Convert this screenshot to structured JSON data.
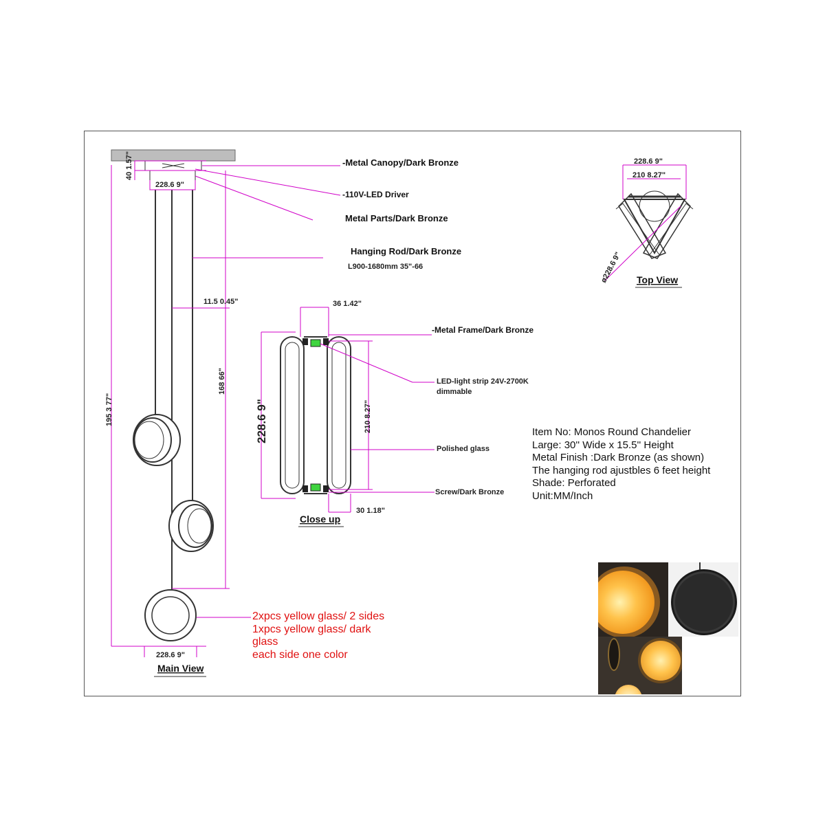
{
  "labels": {
    "canopy": "-Metal Canopy/Dark Bronze",
    "driver": "-110V-LED Driver",
    "metal_parts": "Metal Parts/Dark Bronze",
    "rod": "Hanging Rod/Dark Bronze",
    "rod_length": "L900-1680mm   35\"-66",
    "frame": "-Metal Frame/Dark Bronze",
    "led_strip_1": "LED-light strip  24V-2700K",
    "led_strip_2": "dimmable",
    "glass": "Polished glass",
    "screw": "Screw/Dark Bronze"
  },
  "dimensions": {
    "canopy_height": "40  1.57\"",
    "canopy_width": "228.6   9\"",
    "rod_offset": "11.5  0.45\"",
    "total_height": "195  3  77\"",
    "rod_length": "168   66\"",
    "disc_width": "228.6   9\"",
    "closeup_top": "36  1.42\"",
    "closeup_height": "228.6  9\"",
    "closeup_inner": "210  8.27\"",
    "closeup_bottom": "30  1.18\"",
    "top_outer": "228.6   9\"",
    "top_inner": "210    8.27\"",
    "top_diameter": "ø228.6   9\""
  },
  "views": {
    "main": "Main View",
    "closeup": "Close up",
    "top": "Top View"
  },
  "product_info": [
    "Item No: Monos Round Chandelier",
    "Large: 30'' Wide x 15.5'' Height",
    "Metal Finish :Dark Bronze (as shown)",
    "The hanging rod ajustbles 6 feet height",
    "Shade: Perforated",
    "Unit:MM/Inch"
  ],
  "notes": [
    "2xpcs yellow glass/ 2 sides",
    "1xpcs yellow glass/ dark",
    "glass",
    "each side one color"
  ],
  "colors": {
    "leader": "#d000c8",
    "note_text": "#e01010",
    "glass_glow": "#f2a83a",
    "bronze": "#2a2520"
  }
}
